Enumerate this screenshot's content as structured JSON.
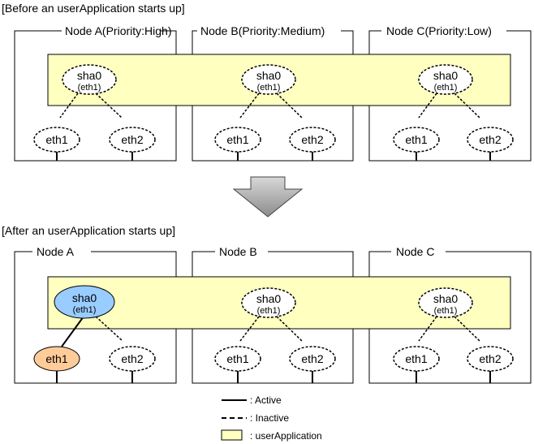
{
  "before": {
    "title": "[Before an userApplication starts up]",
    "nodes": [
      {
        "label": "Node  A(Priority:High)",
        "sha": "sha0",
        "sha_sub": "(eth1)",
        "eth_left": "eth1",
        "eth_right": "eth2"
      },
      {
        "label": "Node  B(Priority:Medium)",
        "sha": "sha0",
        "sha_sub": "(eth1)",
        "eth_left": "eth1",
        "eth_right": "eth2"
      },
      {
        "label": "Node  C(Priority:Low)",
        "sha": "sha0",
        "sha_sub": "(eth1)",
        "eth_left": "eth1",
        "eth_right": "eth2"
      }
    ]
  },
  "after": {
    "title": "[After an userApplication starts up]",
    "nodes": [
      {
        "label": "Node A",
        "sha": "sha0",
        "sha_sub": "(eth1)",
        "eth_left": "eth1",
        "eth_right": "eth2"
      },
      {
        "label": "Node B",
        "sha": "sha0",
        "sha_sub": "(eth1)",
        "eth_left": "eth1",
        "eth_right": "eth2"
      },
      {
        "label": "Node C",
        "sha": "sha0",
        "sha_sub": "(eth1)",
        "eth_left": "eth1",
        "eth_right": "eth2"
      }
    ]
  },
  "legend": {
    "active": ": Active",
    "inactive": ": Inactive",
    "userapp": ": userApplication"
  },
  "colors": {
    "userapp_fill": "#FFFFC0",
    "active_sha_fill": "#99CCFF",
    "active_eth_fill": "#FFCC99",
    "arrow_fill": "#B0B0B0"
  }
}
